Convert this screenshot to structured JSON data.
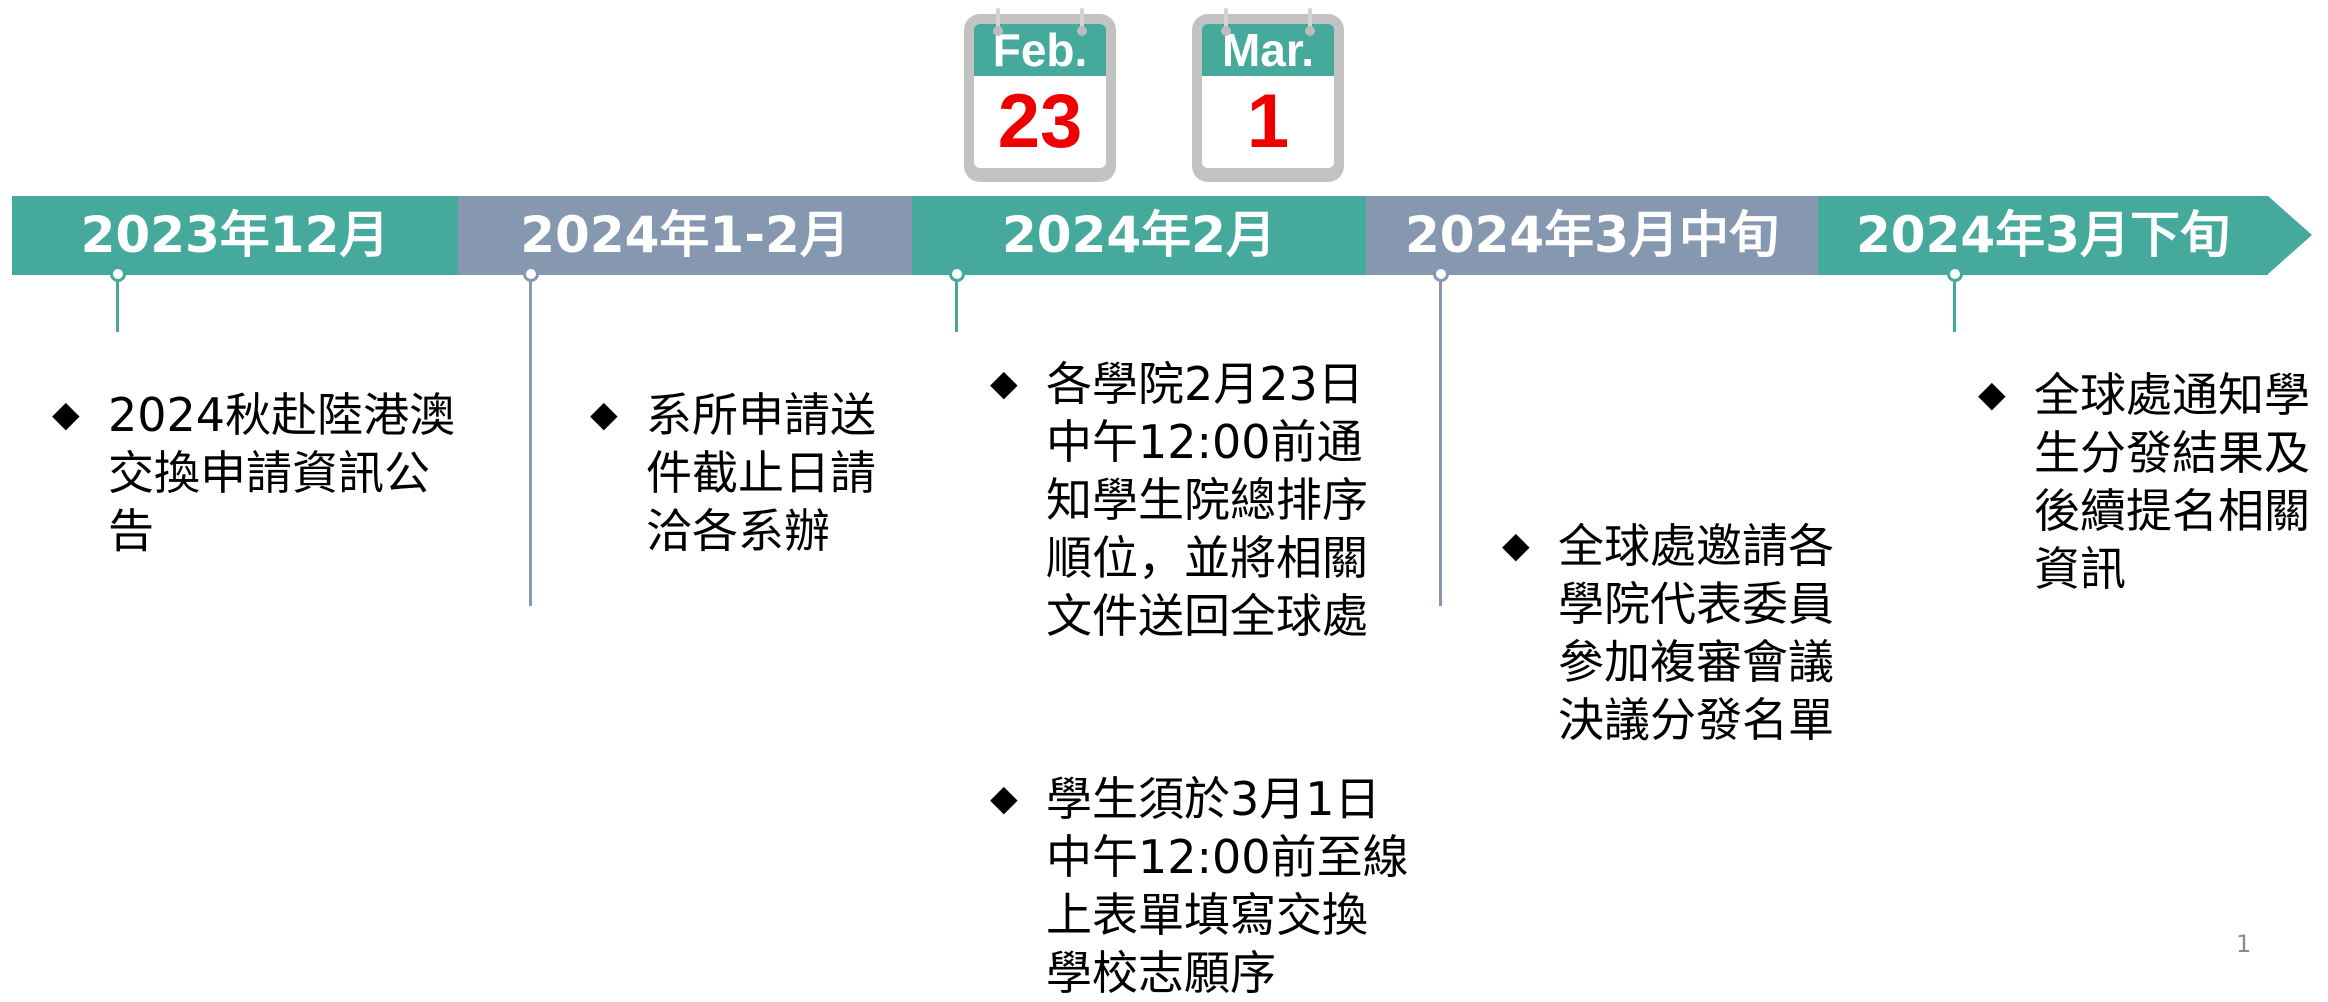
{
  "calendars": [
    {
      "month": "Feb.",
      "day": "23"
    },
    {
      "month": "Mar.",
      "day": "1"
    }
  ],
  "timeline": {
    "phases": [
      {
        "label": "2023年12月"
      },
      {
        "label": "2024年1-2月"
      },
      {
        "label": "2024年2月"
      },
      {
        "label": "2024年3月中旬"
      },
      {
        "label": "2024年3月下旬"
      }
    ]
  },
  "bullet_glyph": "◆",
  "events": [
    {
      "text": "2024秋赴陸港澳\n交換申請資訊公\n告"
    },
    {
      "text": "系所申請送\n件截止日請\n洽各系辦"
    },
    {
      "text": "各學院2月23日\n中午12:00前通\n知學生院總排序\n順位，並將相關\n文件送回全球處"
    },
    {
      "text": "學生須於3月1日\n中午12:00前至線\n上表單填寫交換\n學校志願序"
    },
    {
      "text": "全球處邀請各\n學院代表委員\n參加複審會議\n決議分發名單"
    },
    {
      "text": "全球處通知學\n生分發結果及\n後續提名相關\n資訊"
    }
  ],
  "page_number": "1",
  "colors": {
    "teal": "#45a99b",
    "slate": "#8598b0",
    "calendar_day": "#ee0000"
  }
}
